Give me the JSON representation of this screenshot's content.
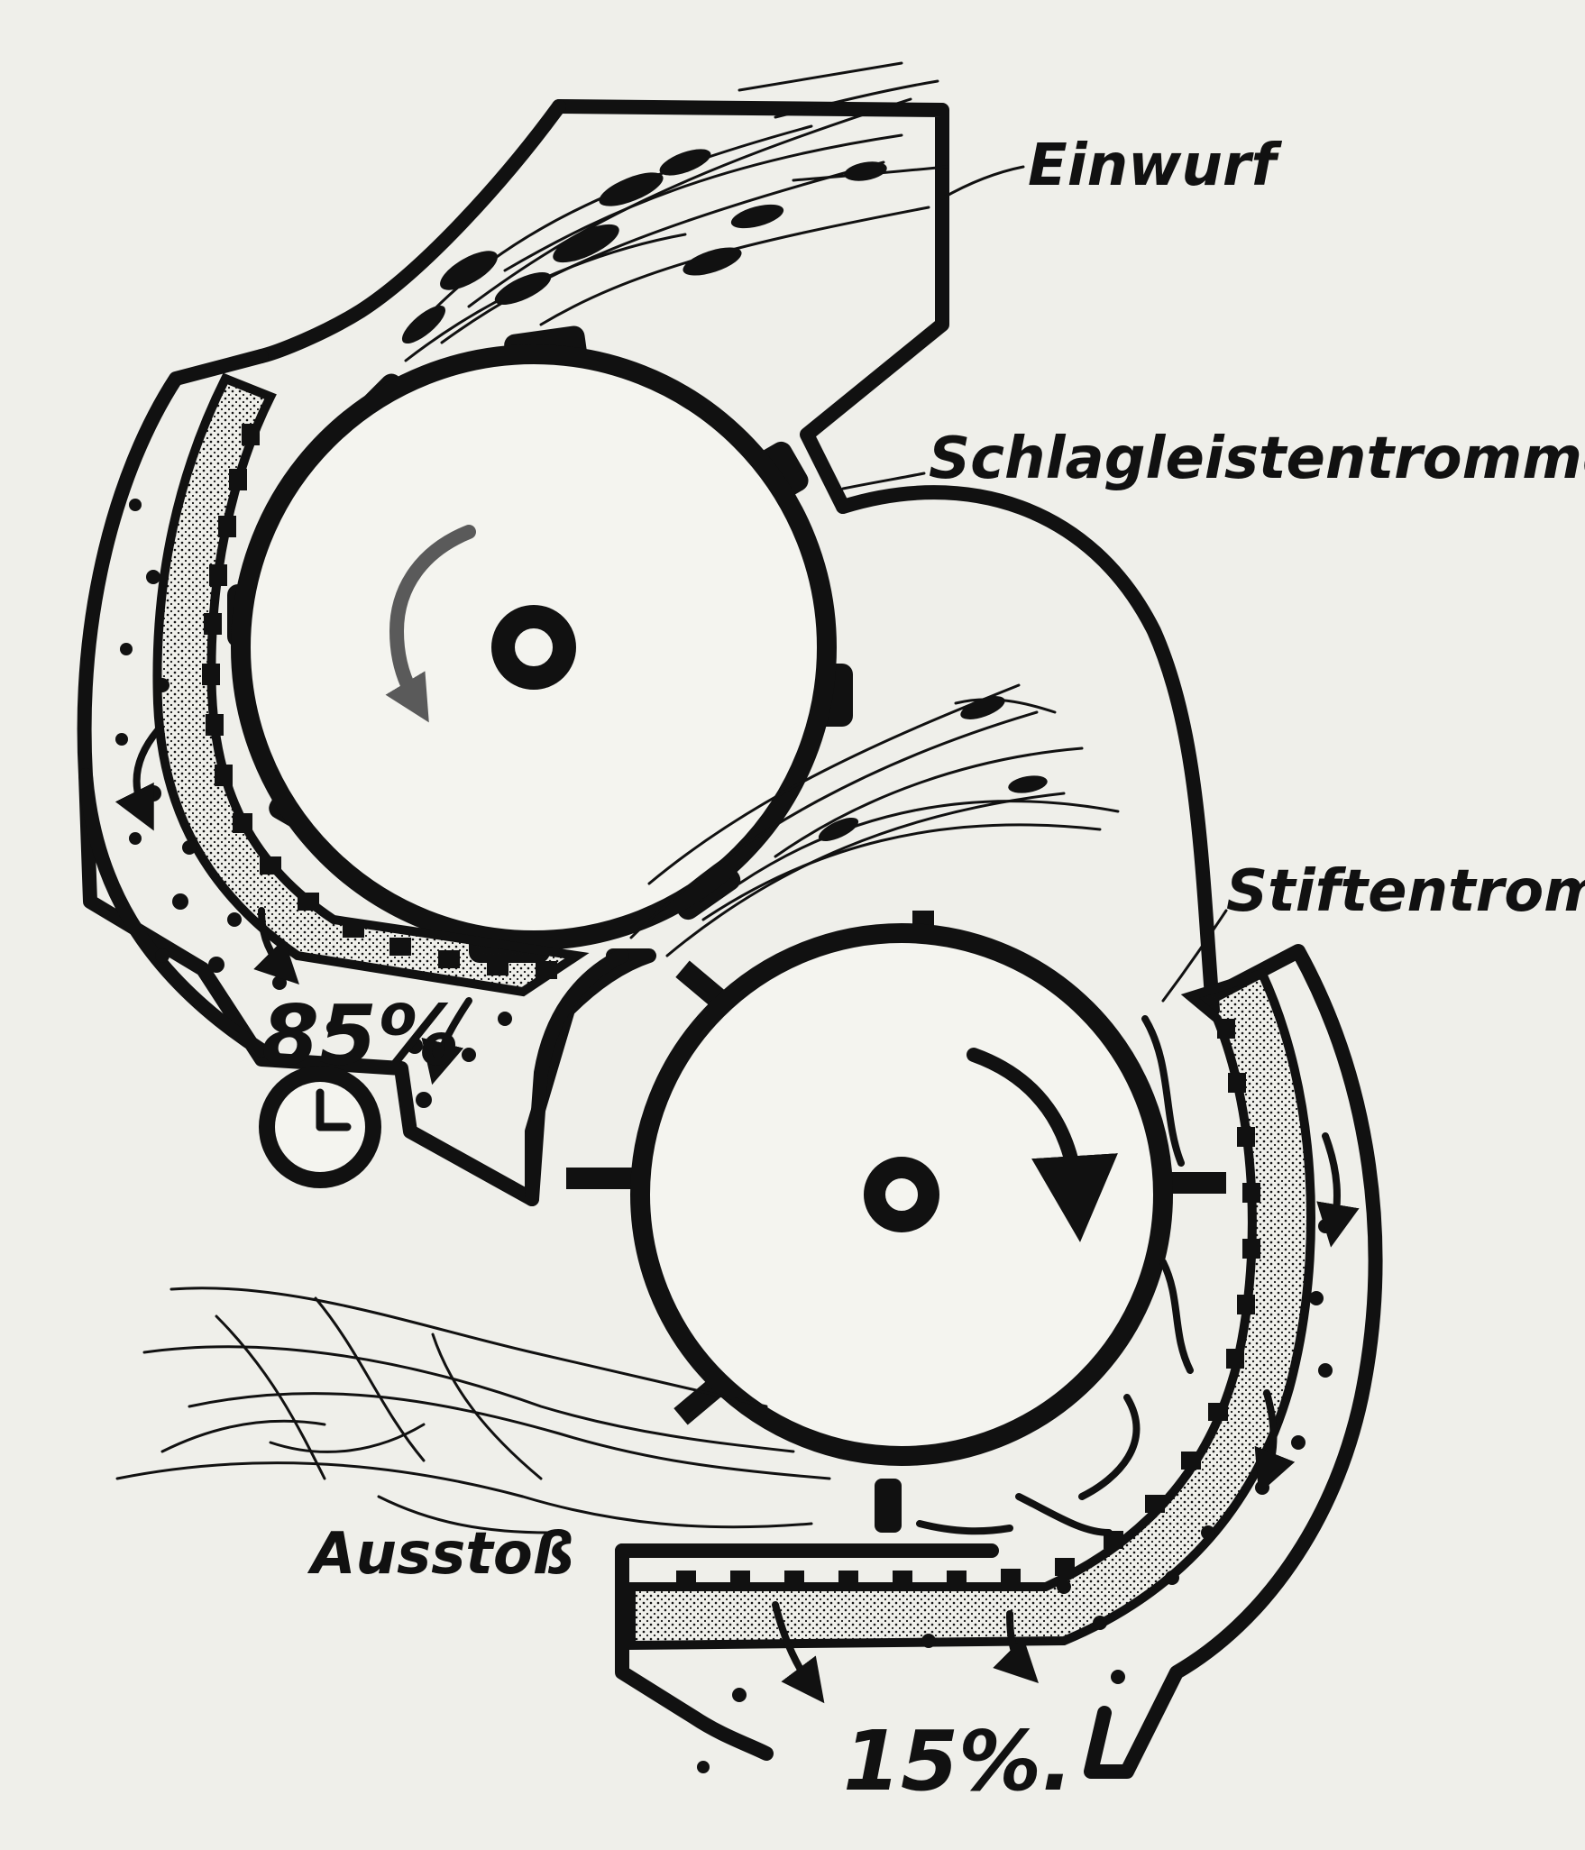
{
  "labels": {
    "intake": "Einwurf",
    "rasp_bar_drum": "Schlagleistentrommel",
    "peg_drum": "Stiftentrommel",
    "discharge": "Ausstoß",
    "share_first": "85%",
    "share_second": "15%."
  },
  "colors": {
    "ink": "#111111",
    "paper": "#efefea",
    "rotation_arrow": "#5a5a5a"
  },
  "icons": [
    "clock-icon",
    "rotation-arrow-icon"
  ]
}
